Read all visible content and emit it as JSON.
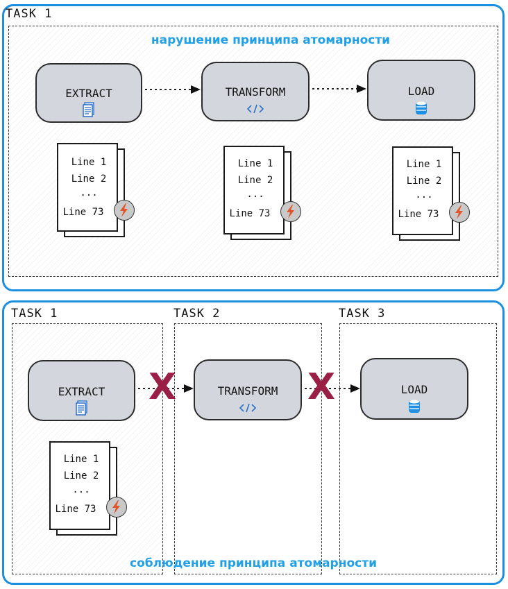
{
  "top_panel": {
    "task_label": "TASK 1",
    "caption": "нарушение принципа атомарности",
    "boxes": [
      {
        "label": "EXTRACT",
        "icon": "document-icon"
      },
      {
        "label": "TRANSFORM",
        "icon": "code-icon"
      },
      {
        "label": "LOAD",
        "icon": "database-icon"
      }
    ],
    "docs": [
      {
        "lines": [
          "Line 1",
          "Line 2",
          "...",
          "Line 73"
        ]
      },
      {
        "lines": [
          "Line 1",
          "Line 2",
          "...",
          "Line 73"
        ]
      },
      {
        "lines": [
          "Line 1",
          "Line 2",
          "...",
          "Line 73"
        ]
      }
    ]
  },
  "bottom_panel": {
    "task_labels": [
      "TASK 1",
      "TASK 2",
      "TASK 3"
    ],
    "caption": "соблюдение принципа атомарности",
    "boxes": [
      {
        "label": "EXTRACT",
        "icon": "document-icon"
      },
      {
        "label": "TRANSFORM",
        "icon": "code-icon"
      },
      {
        "label": "LOAD",
        "icon": "database-icon"
      }
    ],
    "doc": {
      "lines": [
        "Line 1",
        "Line 2",
        "...",
        "Line 73"
      ]
    },
    "blocked_mark": "X"
  },
  "colors": {
    "panel_border": "#1b8fe0",
    "caption": "#22a0e6",
    "box_fill": "#d3d7dd",
    "x_mark": "#9a1f47",
    "fail_bolt": "#e0552a"
  }
}
